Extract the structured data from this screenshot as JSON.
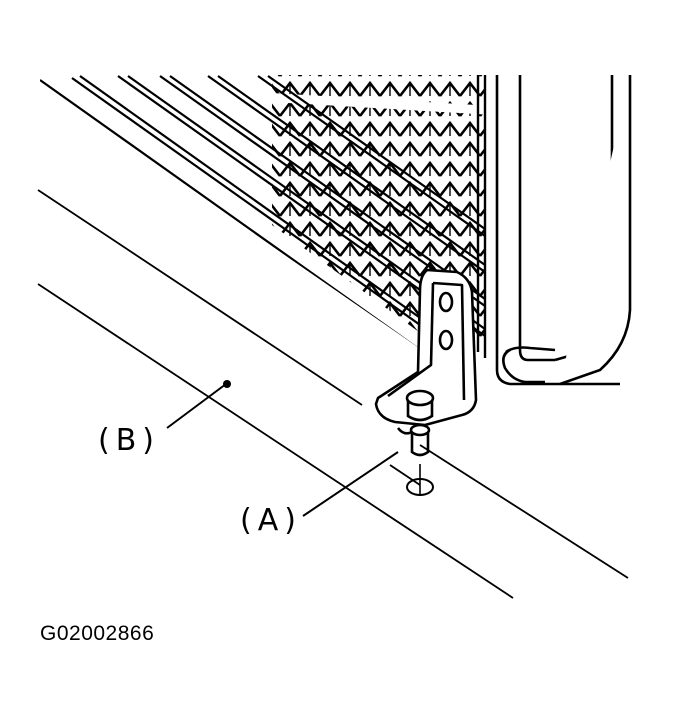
{
  "labels": {
    "a": "(A)",
    "b": "(B)"
  },
  "figure_code": "G02002866",
  "colors": {
    "ink": "#000000",
    "paper": "#ffffff"
  }
}
